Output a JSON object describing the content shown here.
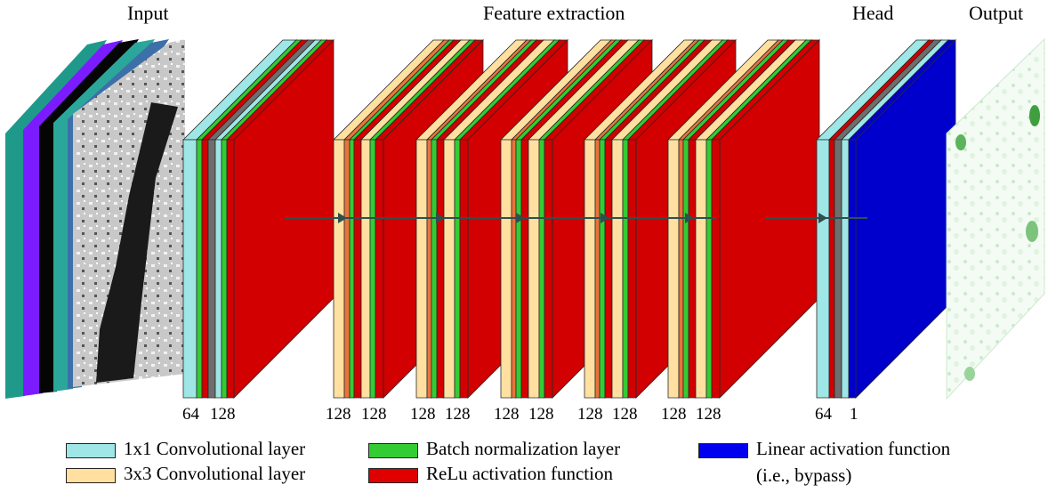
{
  "headers": {
    "input": "Input",
    "feature": "Feature extraction",
    "head": "Head",
    "output": "Output"
  },
  "colors": {
    "conv1x1": "#9fe6e6",
    "conv3x3": "#ffe0a0",
    "batchnorm": "#33cc33",
    "relu": "#d20000",
    "linear": "#0000cc",
    "bn_dark": "#6e6e6e",
    "orange_side": "#e8743b"
  },
  "block_labels": {
    "b0": [
      "64",
      "128"
    ],
    "b1": [
      "128",
      "128"
    ],
    "b2": [
      "128",
      "128"
    ],
    "b3": [
      "128",
      "128"
    ],
    "b4": [
      "128",
      "128"
    ],
    "b5": [
      "128",
      "128"
    ],
    "head": [
      "64",
      "1"
    ]
  },
  "legend": {
    "conv1x1": "1x1 Convolutional layer",
    "conv3x3": "3x3 Convolutional layer",
    "batchnorm": "Batch normalization layer",
    "relu": "ReLu activation function",
    "linear": "Linear activation function",
    "linear_note": "(i.e., bypass)"
  }
}
